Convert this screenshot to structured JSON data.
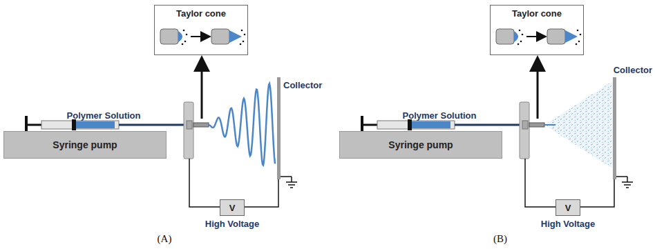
{
  "diagram": {
    "nodes": [
      {
        "text": [
          "Taylor cone"
        ]
      },
      {
        "text": [
          "Syringe pump"
        ]
      },
      {
        "text": [
          "V"
        ]
      },
      {
        "text": [
          "Taylor cone"
        ]
      },
      {
        "text": [
          "Syringe pump"
        ]
      },
      {
        "text": [
          "V"
        ]
      }
    ],
    "labels": [
      "Polymer Solution",
      "Collector",
      "High Voltage",
      "(A)",
      "Polymer Solution",
      "Collector",
      "High Voltage",
      "(B)"
    ]
  }
}
